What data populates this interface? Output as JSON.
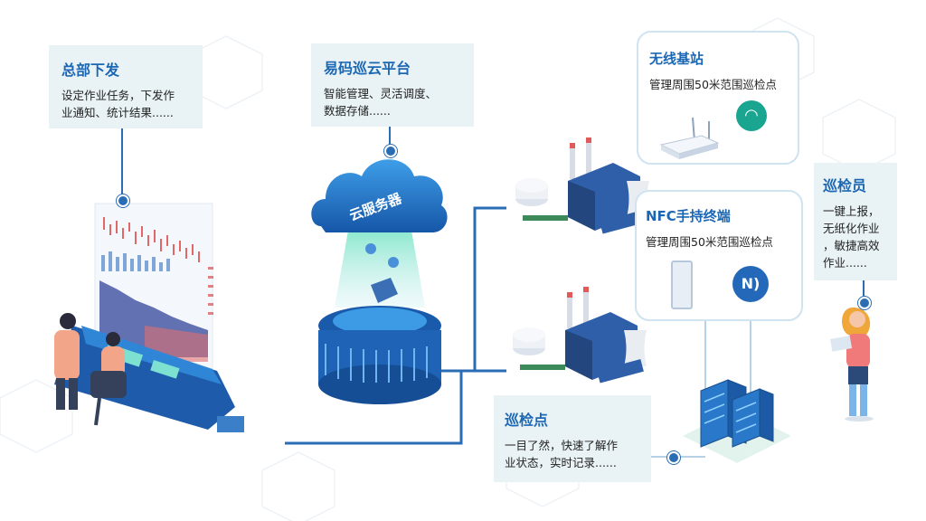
{
  "hq": {
    "title": "总部下发",
    "desc": "设定作业任务，下发作\n业通知、统计结果......"
  },
  "platform": {
    "title": "易码巡云平台",
    "desc": "智能管理、灵活调度、\n数据存储......"
  },
  "cloud_label": "云服务器",
  "base_station": {
    "title": "无线基站",
    "desc": "管理周围50米范围巡检点"
  },
  "nfc": {
    "title": "NFC手持终端",
    "desc": "管理周围50米范围巡检点"
  },
  "inspector": {
    "title": "巡检员",
    "desc": "一键上报，\n无纸化作业\n，敏捷高效\n作业......"
  },
  "checkpoint": {
    "title": "巡检点",
    "desc": "一目了然，快速了解作\n业状态，实时记录......"
  },
  "colors": {
    "primary": "#1c67b3",
    "line": "#2a6db5",
    "card_bg": "#e9f3f6",
    "teal": "#1aa590"
  }
}
